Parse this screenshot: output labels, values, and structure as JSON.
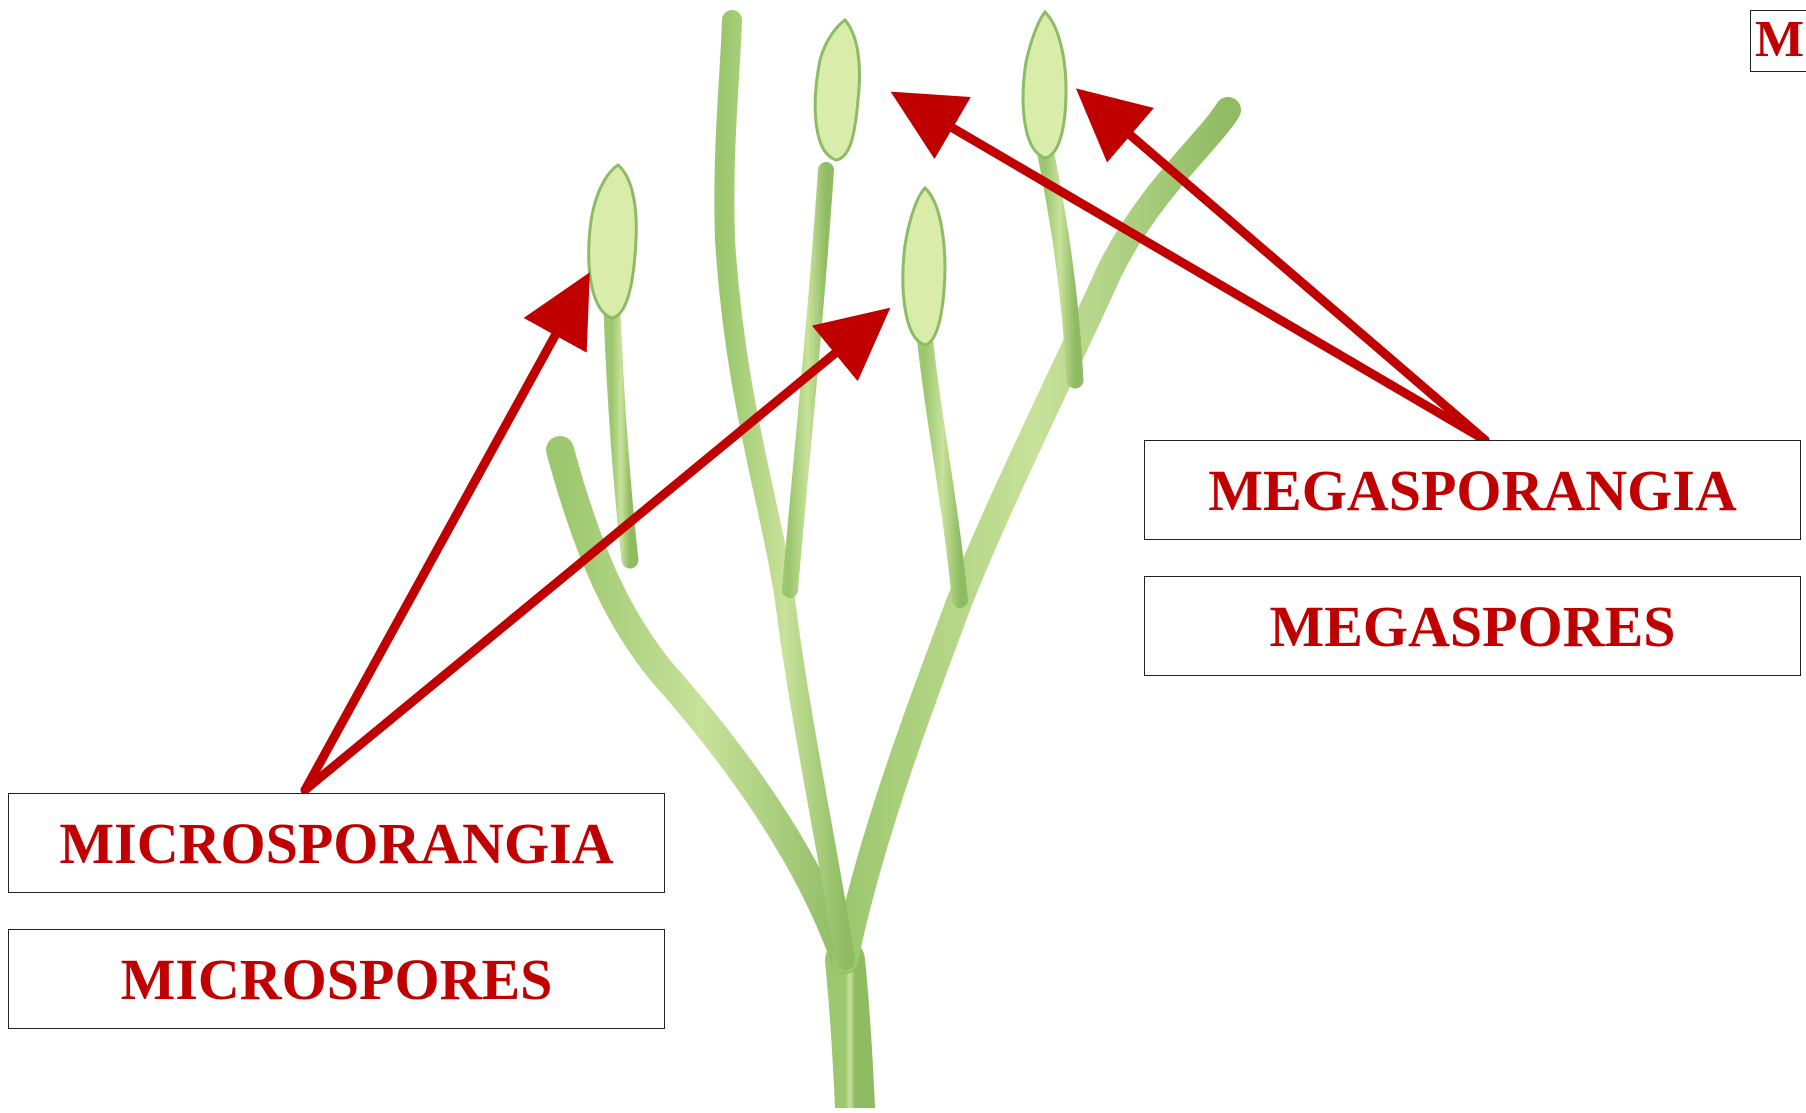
{
  "colors": {
    "accent": "#c00000",
    "plant_fill": "#b8d98a",
    "plant_stroke": "#7fae5a",
    "sporangium_fill": "#d9ecaa"
  },
  "labels": {
    "microsporangia": "MICROSPORANGIA",
    "microspores": "MICROSPORES",
    "megasporangia": "MEGASPORANGIA",
    "megaspores": "MEGASPORES",
    "corner": "M"
  },
  "figure": {
    "subject": "plant",
    "icon": "branching-plant-illustration",
    "arrow_groups": [
      "microsporangia-arrows",
      "megasporangia-arrows"
    ]
  }
}
